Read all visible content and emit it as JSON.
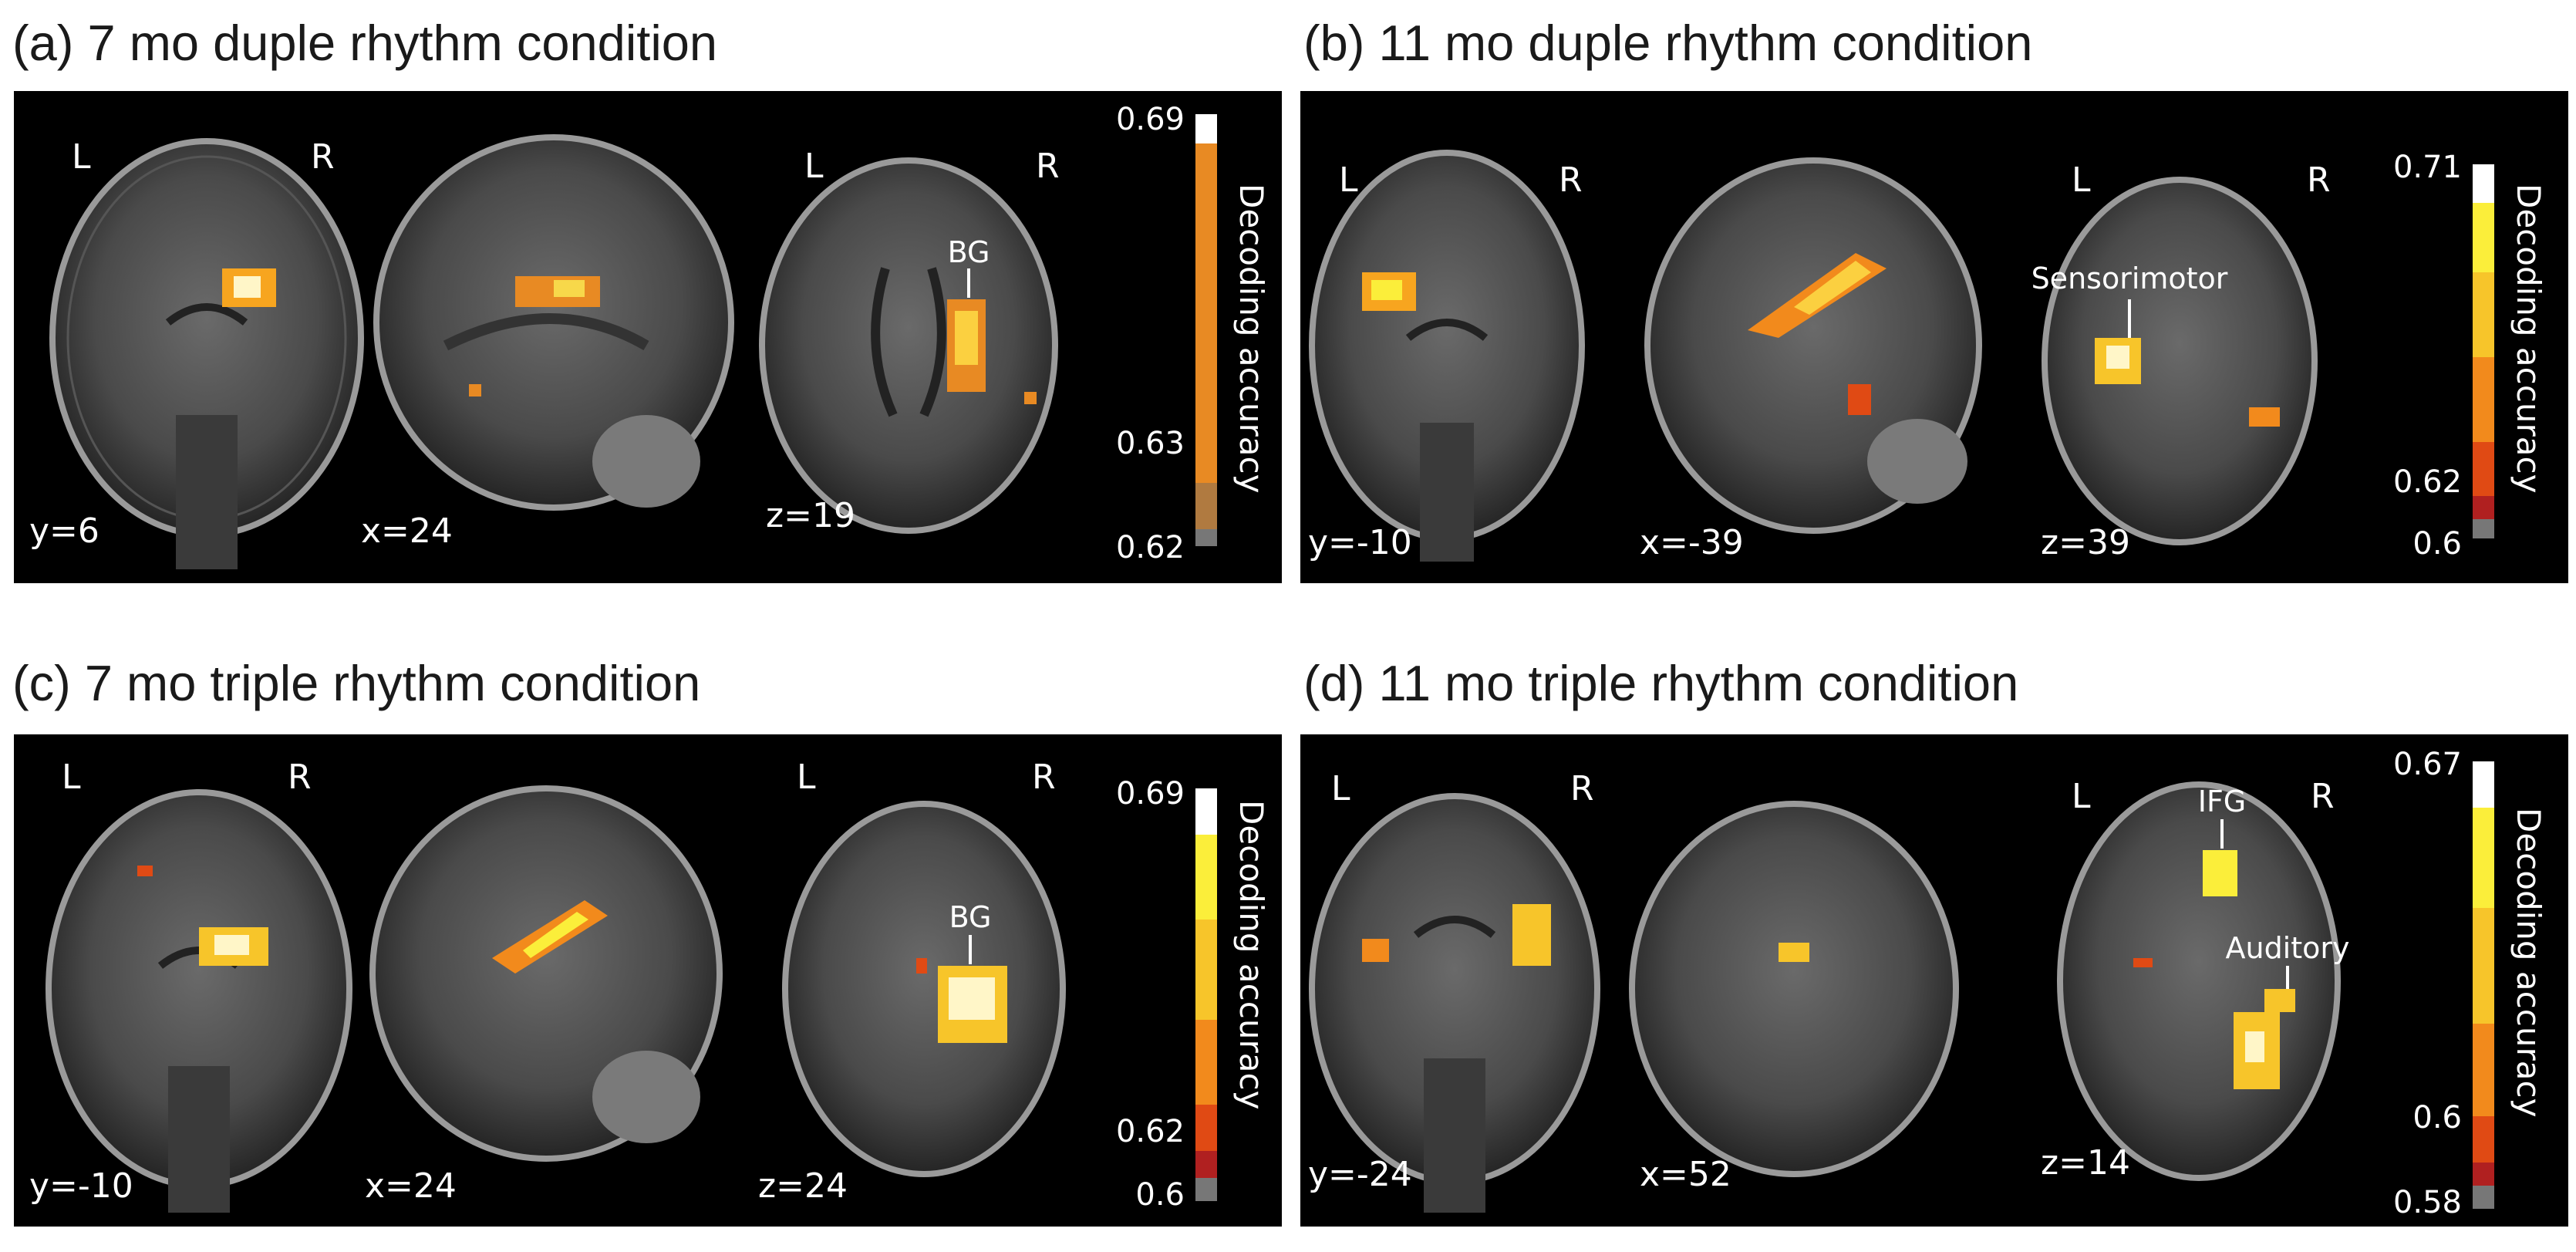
{
  "panels": [
    {
      "title": "(a) 7 mo duple rhythm condition",
      "views": [
        {
          "slice": "coronal",
          "coord": "y=6",
          "lr_left": "L",
          "lr_right": "R"
        },
        {
          "slice": "sagittal",
          "coord": "x=24"
        },
        {
          "slice": "axial",
          "coord": "z=19",
          "lr_left": "L",
          "lr_right": "R"
        }
      ],
      "annotations": [
        "BG"
      ],
      "colorbar": {
        "max": "0.69",
        "mid": "0.63",
        "min": "0.62",
        "label": "Decoding accuracy",
        "colors": [
          "#777777",
          "#a0612a",
          "#d4781f",
          "#e88a23",
          "#ffffff"
        ]
      }
    },
    {
      "title": "(b) 11 mo duple rhythm condition",
      "views": [
        {
          "slice": "coronal",
          "coord": "y=-10",
          "lr_left": "L",
          "lr_right": "R"
        },
        {
          "slice": "sagittal",
          "coord": "x=-39"
        },
        {
          "slice": "axial",
          "coord": "z=39",
          "lr_left": "L",
          "lr_right": "R"
        }
      ],
      "annotations": [
        "Sensorimotor"
      ],
      "colorbar": {
        "max": "0.71",
        "mid": "0.62",
        "min": "0.6",
        "label": "Decoding accuracy",
        "colors": [
          "#777777",
          "#b02020",
          "#e04a14",
          "#f28a1c",
          "#f7c52a",
          "#fbee3a",
          "#ffffff"
        ]
      }
    },
    {
      "title": "(c) 7 mo triple rhythm condition",
      "views": [
        {
          "slice": "coronal",
          "coord": "y=-10",
          "lr_left": "L",
          "lr_right": "R"
        },
        {
          "slice": "sagittal",
          "coord": "x=24"
        },
        {
          "slice": "axial",
          "coord": "z=24",
          "lr_left": "L",
          "lr_right": "R"
        }
      ],
      "annotations": [
        "BG"
      ],
      "colorbar": {
        "max": "0.69",
        "mid": "0.62",
        "min": "0.6",
        "label": "Decoding accuracy",
        "colors": [
          "#777777",
          "#b02020",
          "#e04a14",
          "#f28a1c",
          "#f7c52a",
          "#fbee3a",
          "#ffffff"
        ]
      }
    },
    {
      "title": "(d) 11 mo triple rhythm condition",
      "views": [
        {
          "slice": "coronal",
          "coord": "y=-24",
          "lr_left": "L",
          "lr_right": "R"
        },
        {
          "slice": "sagittal",
          "coord": "x=52"
        },
        {
          "slice": "axial",
          "coord": "z=14",
          "lr_left": "L",
          "lr_right": "R"
        }
      ],
      "annotations": [
        "IFG",
        "Auditory"
      ],
      "colorbar": {
        "max": "0.67",
        "mid": "0.6",
        "min": "0.58",
        "label": "Decoding accuracy",
        "colors": [
          "#777777",
          "#b02020",
          "#e04a14",
          "#f28a1c",
          "#f7c52a",
          "#fbee3a",
          "#ffffff"
        ]
      }
    }
  ]
}
